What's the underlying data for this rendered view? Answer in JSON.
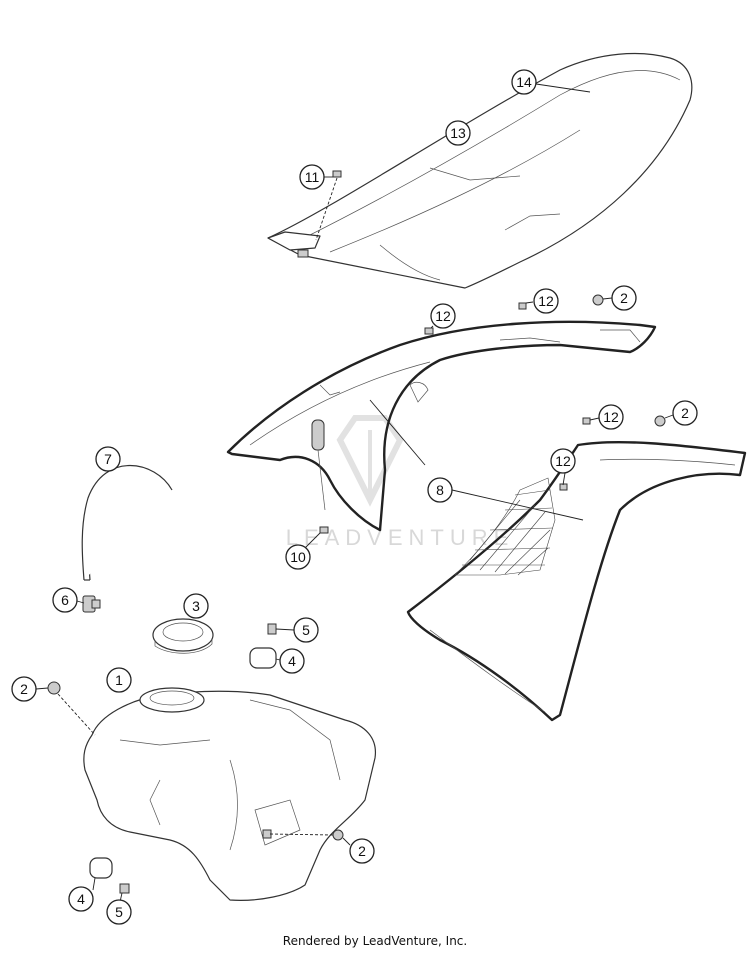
{
  "watermark": {
    "text": "LEADVENTURE"
  },
  "footer": {
    "caption": "Rendered by LeadVenture, Inc."
  },
  "callouts": [
    {
      "label": "14"
    },
    {
      "label": "13"
    },
    {
      "label": "11"
    },
    {
      "label": "12"
    },
    {
      "label": "12"
    },
    {
      "label": "2"
    },
    {
      "label": "12"
    },
    {
      "label": "2"
    },
    {
      "label": "12"
    },
    {
      "label": "7"
    },
    {
      "label": "8"
    },
    {
      "label": "10"
    },
    {
      "label": "6"
    },
    {
      "label": "3"
    },
    {
      "label": "5"
    },
    {
      "label": "4"
    },
    {
      "label": "2"
    },
    {
      "label": "1"
    },
    {
      "label": "2"
    },
    {
      "label": "4"
    },
    {
      "label": "5"
    }
  ]
}
